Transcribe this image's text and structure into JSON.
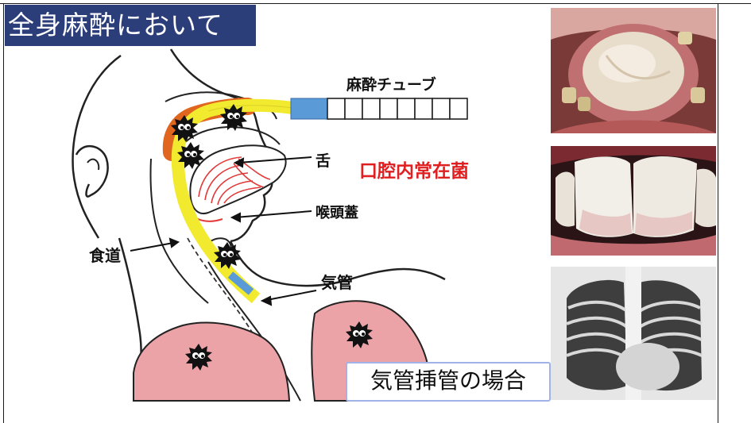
{
  "title": "全身麻酔において",
  "labels": {
    "tube": "麻酔チューブ",
    "tongue": "舌",
    "oral_bacteria": "口腔内常在菌",
    "epiglottis": "喉頭蓋",
    "esophagus": "食道",
    "trachea": "気管"
  },
  "caption": "気管挿管の場合",
  "colors": {
    "title_bg": "#2c3e7a",
    "tube_yellow": "#f2ea2e",
    "contamination_orange": "#e0661f",
    "lung_pink": "#eba3a8",
    "tongue_red": "#e23a3a",
    "connector_blue": "#5a9ad6",
    "caption_border": "#9fb3e8"
  },
  "photos": [
    {
      "name": "coated-tongue-photo",
      "subject": "tongue"
    },
    {
      "name": "plaque-teeth-photo",
      "subject": "teeth"
    },
    {
      "name": "chest-xray-photo",
      "subject": "x-ray"
    }
  ],
  "icons": [
    "bacteria-icon"
  ]
}
